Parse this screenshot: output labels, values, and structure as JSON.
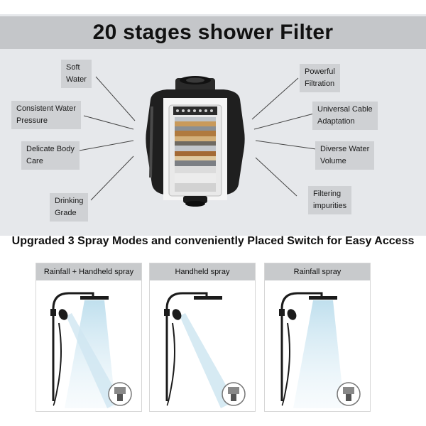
{
  "title": "20 stages shower Filter",
  "features_left": [
    {
      "line1": "Soft",
      "line2": "Water"
    },
    {
      "line1": "Consistent Water",
      "line2": "Pressure"
    },
    {
      "line1": "Delicate Body",
      "line2": "Care"
    },
    {
      "line1": "Drinking",
      "line2": "Grade"
    }
  ],
  "features_right": [
    {
      "line1": "Powerful",
      "line2": "Filtration"
    },
    {
      "line1": "Universal Cable",
      "line2": "Adaptation"
    },
    {
      "line1": "Diverse Water",
      "line2": "Volume"
    },
    {
      "line1": "Filtering",
      "line2": "impurities"
    }
  ],
  "subtitle": "Upgraded 3 Spray Modes and conveniently Placed Switch for Easy Access",
  "spray_modes": [
    {
      "label": "Rainfall + Handheld spray"
    },
    {
      "label": "Handheld spray"
    },
    {
      "label": "Rainfall spray"
    }
  ],
  "colors": {
    "panel_background": "#e6e8eb",
    "title_bar": "#c4c6c9",
    "label_box": "#cfd1d4",
    "filter_body": "#1e1e1e",
    "water_spray": "#b9dcec"
  },
  "icons": [
    "shower-filter-icon",
    "rainfall-showerhead-icon",
    "handheld-shower-icon",
    "diverter-valve-icon"
  ]
}
